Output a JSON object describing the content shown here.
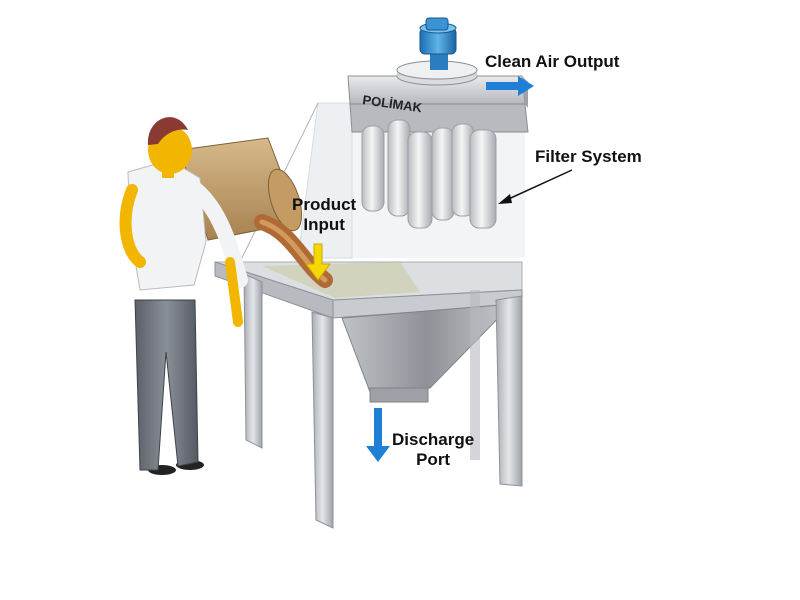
{
  "diagram": {
    "brand": "POLİMAK",
    "labels": {
      "clean_air_output": "Clean Air Output",
      "filter_system": "Filter System",
      "product_input_line1": "Product",
      "product_input_line2": "Input",
      "discharge_port_line1": "Discharge",
      "discharge_port_line2": "Port"
    },
    "colors": {
      "arrow_blue": "#1f7fd6",
      "arrow_yellow": "#f5d800",
      "motor_blue": "#2d8fd2",
      "steel": "#c9ccd0",
      "product_brown": "#b06a35"
    },
    "icons": {
      "clean_air_arrow": "arrow-right-icon",
      "discharge_arrow": "arrow-down-icon",
      "product_arrow": "arrow-down-icon",
      "filter_pointer": "pointer-arrow-icon"
    }
  }
}
